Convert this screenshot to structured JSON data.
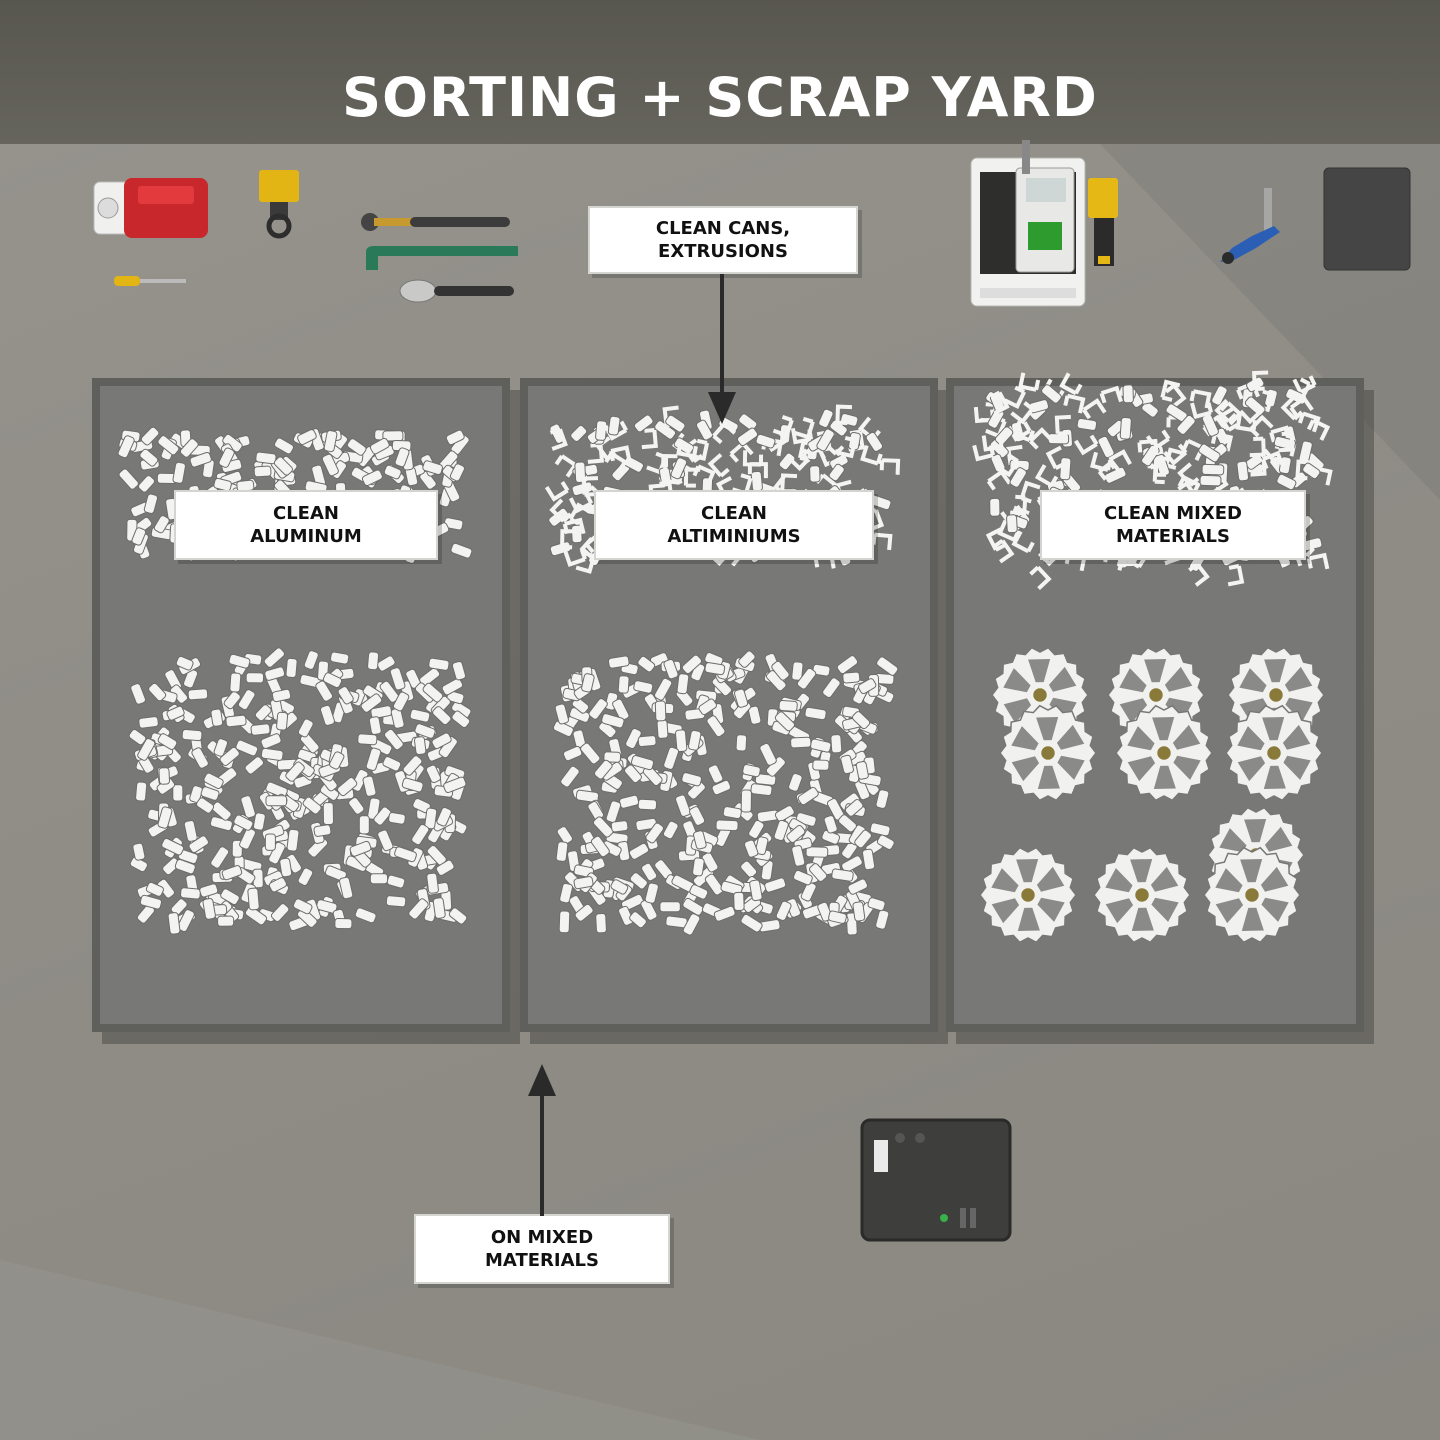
{
  "title": "SORTING + SCRAP YARD",
  "callouts": {
    "top": "CLEAN CANS,\nEXTRUSIONS",
    "bottom": "ON MIXED\nMATERIALS"
  },
  "bins": [
    {
      "label": "CLEAN\nALUMINUM",
      "contents": "aluminum-scrap"
    },
    {
      "label": "CLEAN\nALTIMINIUMS",
      "contents": "aluminum-scrap"
    },
    {
      "label": "CLEAN MIXED\nMATERIALS",
      "contents": "wheels"
    }
  ],
  "tools": [
    "fuel-can-icon",
    "clamp-icon",
    "wrench-icon",
    "screwdriver-icon",
    "crowbar-icon",
    "pliers-icon",
    "scanner-machine-icon",
    "yellow-device-icon",
    "blue-torch-icon",
    "dark-crate-icon",
    "control-box-icon"
  ],
  "colors": {
    "header": "#5f5e57",
    "floor": "#8f8d86",
    "bin": "#787876",
    "bin_border": "#5f5f5c",
    "label_bg": "#ffffff",
    "scrap": "#f3f3f1"
  }
}
